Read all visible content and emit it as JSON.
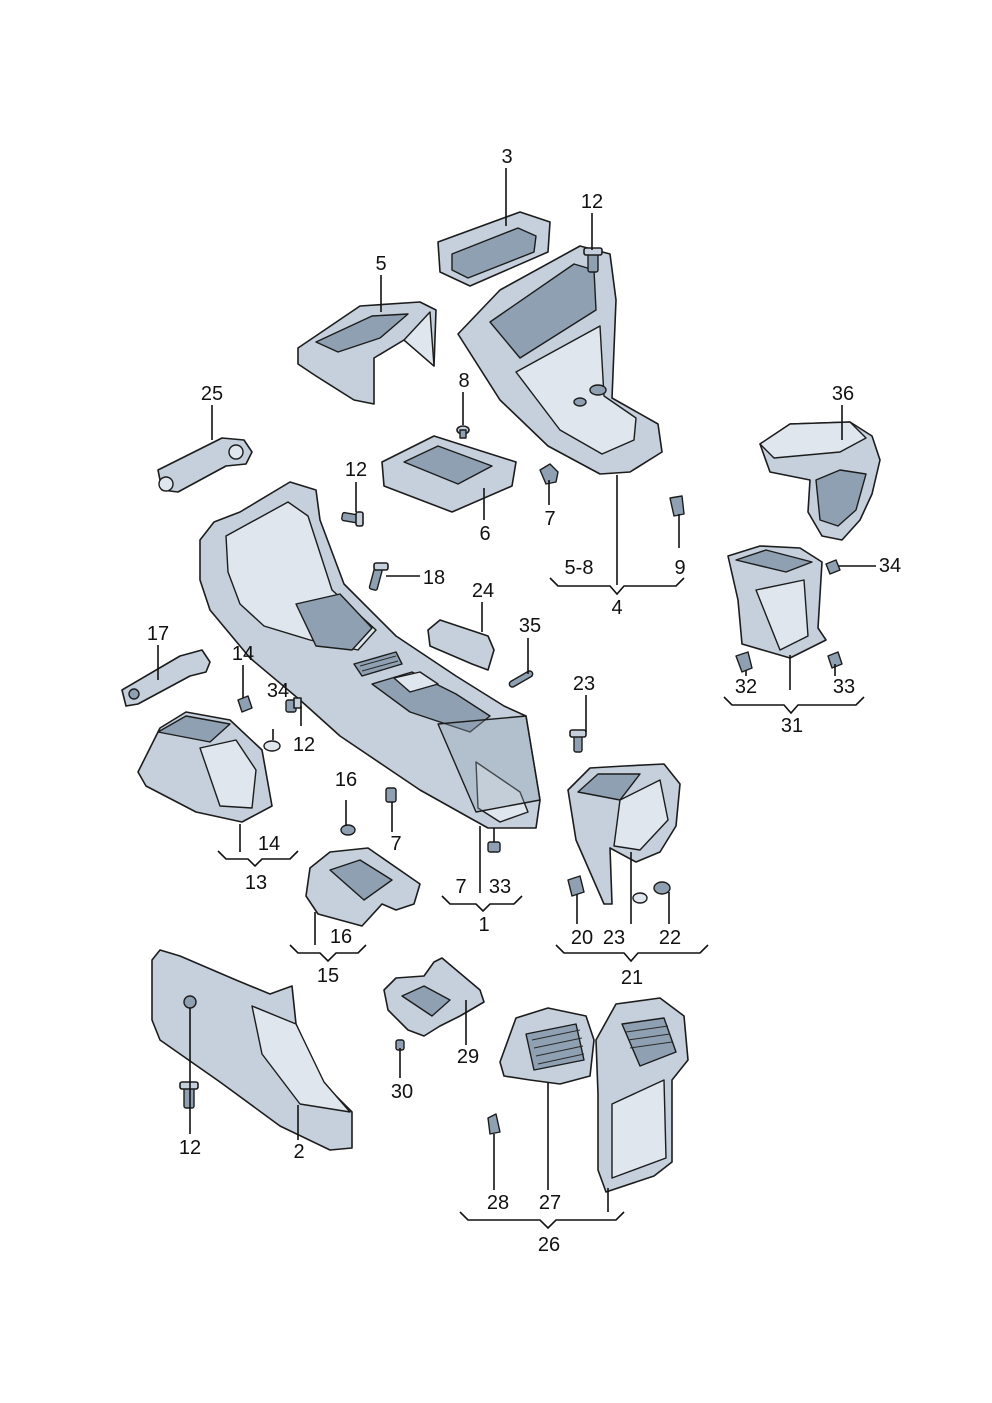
{
  "labels": {
    "p3": "3",
    "p12a": "12",
    "p5": "5",
    "p8": "8",
    "p25": "25",
    "p12b": "12",
    "p6": "6",
    "p7a": "7",
    "p36": "36",
    "p18": "18",
    "p24": "24",
    "p5_8": "5-8",
    "p9": "9",
    "p4": "4",
    "p34a": "34",
    "p17": "17",
    "p35": "35",
    "p14a": "14",
    "p34b": "34",
    "p23a": "23",
    "p32": "32",
    "p33a": "33",
    "p31": "31",
    "p12c": "12",
    "p16a": "16",
    "p7b": "7",
    "p14b": "14",
    "p13": "13",
    "p7c": "7",
    "p33b": "33",
    "p1": "1",
    "p20": "20",
    "p23b": "23",
    "p22": "22",
    "p21": "21",
    "p16b": "16",
    "p15": "15",
    "p29": "29",
    "p30": "30",
    "p12d": "12",
    "p2": "2",
    "p28": "28",
    "p27": "27",
    "p26": "26"
  }
}
